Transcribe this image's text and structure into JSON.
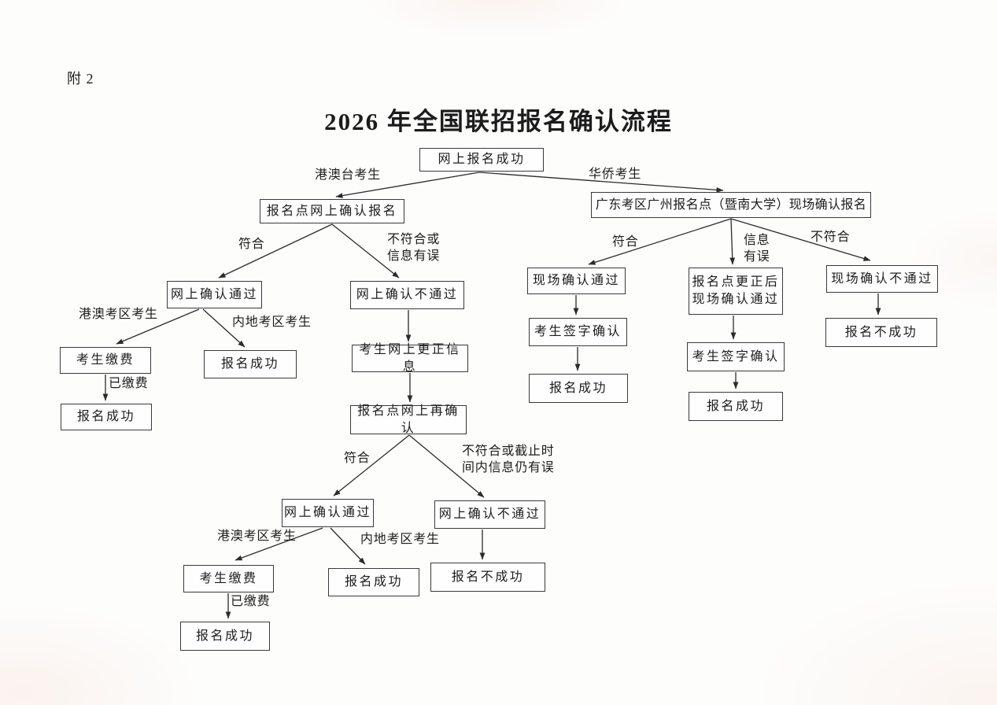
{
  "page": {
    "appendix": "附 2",
    "title": "2026 年全国联招报名确认流程"
  },
  "colors": {
    "ink": "#1c1c1c",
    "line": "#2b2b2b",
    "paper": "#fdfdfc"
  },
  "nodes": {
    "start": "网上报名成功",
    "hmt_confirm": "报名点网上确认报名",
    "gd_confirm": "广东考区广州报名点（暨南大学）现场确认报名",
    "online_pass_1": "网上确认通过",
    "online_fail_1": "网上确认不通过",
    "pay_1": "考生缴费",
    "success_1": "报名成功",
    "success_2": "报名成功",
    "correct_info": "考生网上更正信息",
    "reconfirm": "报名点网上再确认",
    "online_pass_2": "网上确认通过",
    "online_fail_2": "网上确认不通过",
    "pay_2": "考生缴费",
    "success_3": "报名成功",
    "success_4": "报名成功",
    "fail_1": "报名不成功",
    "site_pass": "现场确认通过",
    "sign_1": "考生签字确认",
    "success_5": "报名成功",
    "corrected_site_pass": "报名点更正后\n现场确认通过",
    "sign_2": "考生签字确认",
    "success_6": "报名成功",
    "site_fail": "现场确认不通过",
    "fail_2": "报名不成功"
  },
  "edge_labels": {
    "hmt_candidates": "港澳台考生",
    "overseas_candidates": "华侨考生",
    "fit_1": "符合",
    "unfit_1": "不符合或\n信息有误",
    "hk_macao_zone_1": "港澳考区考生",
    "mainland_zone_1": "内地考区考生",
    "paid_1": "已缴费",
    "fit_2": "符合",
    "unfit_2": "不符合或截止时\n间内信息仍有误",
    "hk_macao_zone_2": "港澳考区考生",
    "mainland_zone_2": "内地考区考生",
    "paid_2": "已缴费",
    "fit_3": "符合",
    "info_error_3": "信息\n有误",
    "unfit_3": "不符合"
  }
}
